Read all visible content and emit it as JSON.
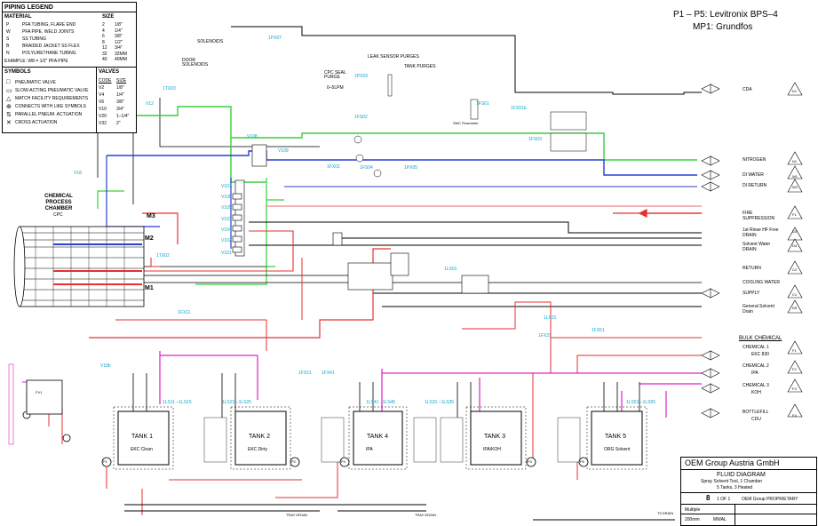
{
  "header": {
    "pumps": "P1 – P5: Levitronix BPS–4",
    "mp": "MP1: Grundfos"
  },
  "legend": {
    "title": "PIPING LEGEND",
    "material_h": "MATERIAL",
    "size_h": "SIZE",
    "materials": [
      {
        "code": "P",
        "desc": "PFA TUBING, FLARE END"
      },
      {
        "code": "W",
        "desc": "PFA PIPE, WELD JOINTS"
      },
      {
        "code": "S",
        "desc": "SS TUBING"
      },
      {
        "code": "B",
        "desc": "BRAIDED JACKET SS FLEX"
      },
      {
        "code": "N",
        "desc": "POLYURETHANE TUBING"
      }
    ],
    "example": "EXAMPLE: W8 = 1/2\" PFA PIPE",
    "sizes": [
      {
        "code": "2",
        "val": "1/8\""
      },
      {
        "code": "4",
        "val": "1/4\""
      },
      {
        "code": "6",
        "val": "3/8\""
      },
      {
        "code": "8",
        "val": "1/2\""
      },
      {
        "code": "12",
        "val": "3/4\""
      },
      {
        "code": "32",
        "val": "32MM"
      },
      {
        "code": "40",
        "val": "40MM"
      }
    ],
    "symbols_h": "SYMBOLS",
    "valves_h": "VALVES",
    "symbols": [
      "PNEUMATIC VALVE",
      "SLOW-ACTING PNEUMATIC VALVE",
      "MATCH FACILITY REQUIREMENTS",
      "CONNECTS WITH LIKE SYMBOLS",
      "PARALLEL PNEUM. ACTUATION",
      "CROSS ACTUATION"
    ],
    "valve_cols": [
      "CODE",
      "SIZE"
    ],
    "valves": [
      {
        "code": "V2",
        "size": "1/8\""
      },
      {
        "code": "V4",
        "size": "1/4\""
      },
      {
        "code": "V6",
        "size": "3/8\""
      },
      {
        "code": "V10",
        "size": "3/4\""
      },
      {
        "code": "V20",
        "size": "1–1/4\""
      },
      {
        "code": "V32",
        "size": "2\""
      }
    ]
  },
  "chamber": {
    "title": "CHEMICAL PROCESS CHAMBER",
    "sub": "CPC",
    "m3": "M3",
    "m2": "M2",
    "m1": "M1"
  },
  "valves_left": [
    "V107",
    "V106",
    "V105",
    "V103",
    "V104",
    "V102",
    "V101"
  ],
  "top_labels": {
    "solenoids": "SOLENOIDS",
    "door": "DOOR SOLENOIDS",
    "leak": "LEAK SENSOR PURGES",
    "tank_purges": "TANK PURGES",
    "cpc_purge": "CPC SEAL PURGE",
    "slpm": "0–5LPM",
    "smc": "SMC Flowmeter",
    "v109": "V109",
    "v108": "V108"
  },
  "tags": [
    "1PX07",
    "1TX03",
    "1TX02",
    "1FS02",
    "1FX01",
    "1PX03",
    "1FS01",
    "1FS03",
    "1FX01b",
    "1FS04",
    "1PX05",
    "1LS01",
    "1FX11",
    "1FX21",
    "1FX41",
    "1LX31",
    "1FX31",
    "1FX51",
    "V18",
    "V18b",
    "V12"
  ],
  "right_lines": [
    {
      "label": "CDA",
      "icon": "D1"
    },
    {
      "label": "NITROGEN",
      "icon": "N1"
    },
    {
      "label": "DI WATER",
      "icon": "W1"
    },
    {
      "label": "DI RETURN",
      "icon": "W2"
    },
    {
      "label": "FIRE SUPPRESSION",
      "icon": "F1"
    },
    {
      "label": "1st Rinse HF Free DRAIN",
      "icon": "D3"
    },
    {
      "label": "Solvent Water DRAIN",
      "icon": "D4"
    },
    {
      "label": "RETURN",
      "icon": "C2"
    },
    {
      "label": "COOLING WATER",
      "icon": ""
    },
    {
      "label": "SUPPLY",
      "icon": "C1"
    },
    {
      "label": "General Solvent Drain",
      "icon": "D5"
    }
  ],
  "bulk": {
    "title": "BULK CHEMICAL",
    "items": [
      {
        "name": "CHEMICAL 1",
        "sub": "EKC 830",
        "icon": "F1"
      },
      {
        "name": "CHEMICAL 2",
        "sub": "IPA",
        "icon": "F2"
      },
      {
        "name": "CHEMICAL 3",
        "sub": "KOH",
        "icon": "F3"
      },
      {
        "name": "BOTTLEFILL",
        "sub": "CDU",
        "icon": "F4"
      }
    ]
  },
  "tanks": [
    {
      "name": "TANK 1",
      "chem": "EKC Clean",
      "pump": "P1"
    },
    {
      "name": "TANK 2",
      "chem": "EKC Dirty",
      "pump": "P2"
    },
    {
      "name": "TANK 4",
      "chem": "IPA",
      "pump": "P4"
    },
    {
      "name": "TANK 3",
      "chem": "IPA/KOH",
      "pump": "P3"
    },
    {
      "name": "TANK 5",
      "chem": "ORG Solvent",
      "pump": "P5"
    }
  ],
  "level_sensors": [
    "1LS11 –1LS15",
    "1LS21 –1LS25",
    "1LS41 –1LS45",
    "1LS31 –1LS35",
    "1LS51 –1LS55"
  ],
  "drains": [
    "TRAY DRAIN",
    "TRAY DRAIN",
    "T5 DRAIN"
  ],
  "title_block": {
    "company": "OEM Group Austria GmbH",
    "title": "FLUID DIAGRAM",
    "line2": "Spray Solvent Tool, 1 Chamber",
    "line3": "5 Tanks, 3 Heated",
    "sheet": "8",
    "of": "1 OF 1",
    "prop": "OEM Group PROPRIETARY",
    "desc": "Multiple",
    "size": "200mm",
    "drawn": "MWAL"
  },
  "colors": {
    "red": "#e53030",
    "blue": "#2a3fcf",
    "green": "#36d13a",
    "magenta": "#e020c8",
    "cyan": "#0aa7c9"
  }
}
